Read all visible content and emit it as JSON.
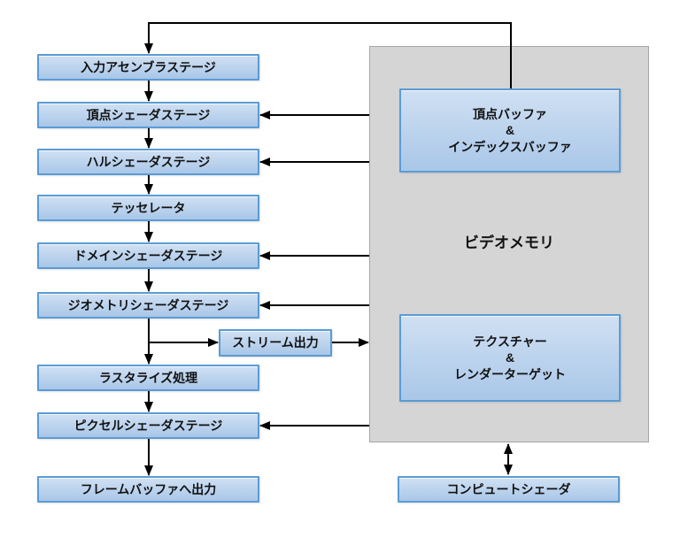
{
  "pipeline_stages": [
    {
      "label": "入力アセンブラステージ"
    },
    {
      "label": "頂点シェーダステージ"
    },
    {
      "label": "ハルシェーダステージ"
    },
    {
      "label": "テッセレータ"
    },
    {
      "label": "ドメインシェーダステージ"
    },
    {
      "label": "ジオメトリシェーダステージ"
    },
    {
      "label": "ラスタライズ処理"
    },
    {
      "label": "ピクセルシェーダステージ"
    },
    {
      "label": "フレームバッファへ出力"
    }
  ],
  "stream_output": {
    "label": "ストリーム出力"
  },
  "video_memory": {
    "label": "ビデオメモリ",
    "vertex_index_buffer_label": "頂点バッファ\n&\nインデックスバッファ",
    "texture_render_target_label": "テクスチャー\n&\nレンダーターゲット"
  },
  "compute_shader": {
    "label": "コンピュートシェーダ"
  },
  "colors": {
    "node_border": "#5b9bd5",
    "node_fill_top": "#d0e0f3",
    "node_fill_bottom": "#a9c7e8",
    "memory_fill": "#d5d5d5",
    "memory_border": "#a6a6a6",
    "arrow": "#000000"
  }
}
